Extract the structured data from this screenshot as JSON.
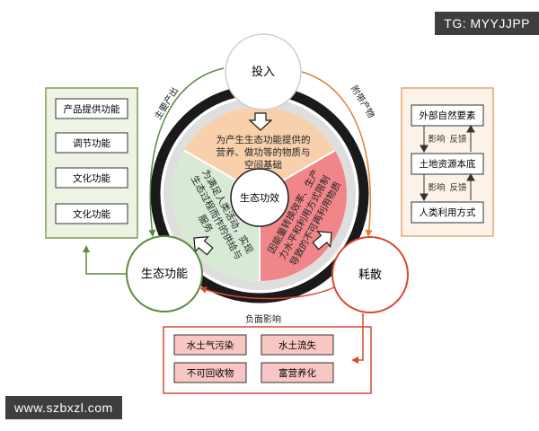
{
  "watermarks": {
    "top": "TG: MYYJJPP",
    "bottom": "www.szbxzl.com"
  },
  "nodes": {
    "input": "投入",
    "dissipation": "耗散",
    "function": "生态功能",
    "center": "生态功效"
  },
  "segments": {
    "top": [
      "为产生生态功能提供的",
      "营养、做功等的物质与",
      "空间基础"
    ],
    "left": [
      "为满足人类活动，实现",
      "生态过程而作的供给与",
      "服务"
    ],
    "right": [
      "因能量转换效率、生产",
      "力水平和利用方式限制",
      "导致的不可再利用物质"
    ]
  },
  "arc_labels": {
    "main_output": "主要产出",
    "by_product": "附带产物",
    "negative_impact": "负面影响"
  },
  "left_panel": {
    "items": [
      "产品提供功能",
      "调节功能",
      "文化功能",
      "文化功能"
    ]
  },
  "right_panel": {
    "items": [
      "外部自然要素",
      "土地资源本底",
      "人类利用方式"
    ],
    "links": [
      {
        "down": "影响",
        "up": "反馈"
      },
      {
        "down": "影响",
        "up": "反馈"
      }
    ]
  },
  "bottom_panel": {
    "items": [
      "水土气污染",
      "水土流失",
      "不可回收物",
      "富营养化"
    ]
  },
  "colors": {
    "green_border": "#7e9b5a",
    "green_fill": "#eef4e4",
    "green_arrow": "#5c8a3c",
    "orange_border": "#e8a56e",
    "orange_fill": "#fdf2e7",
    "orange_arrow": "#e07e32",
    "red_border": "#d9492f",
    "red_fill": "#f8c7c3",
    "red_arrow": "#d9482f",
    "peach": "#f8d0ac",
    "mint": "#d8ead6",
    "rose": "#f0868a",
    "ring": "#1a1a1a"
  }
}
